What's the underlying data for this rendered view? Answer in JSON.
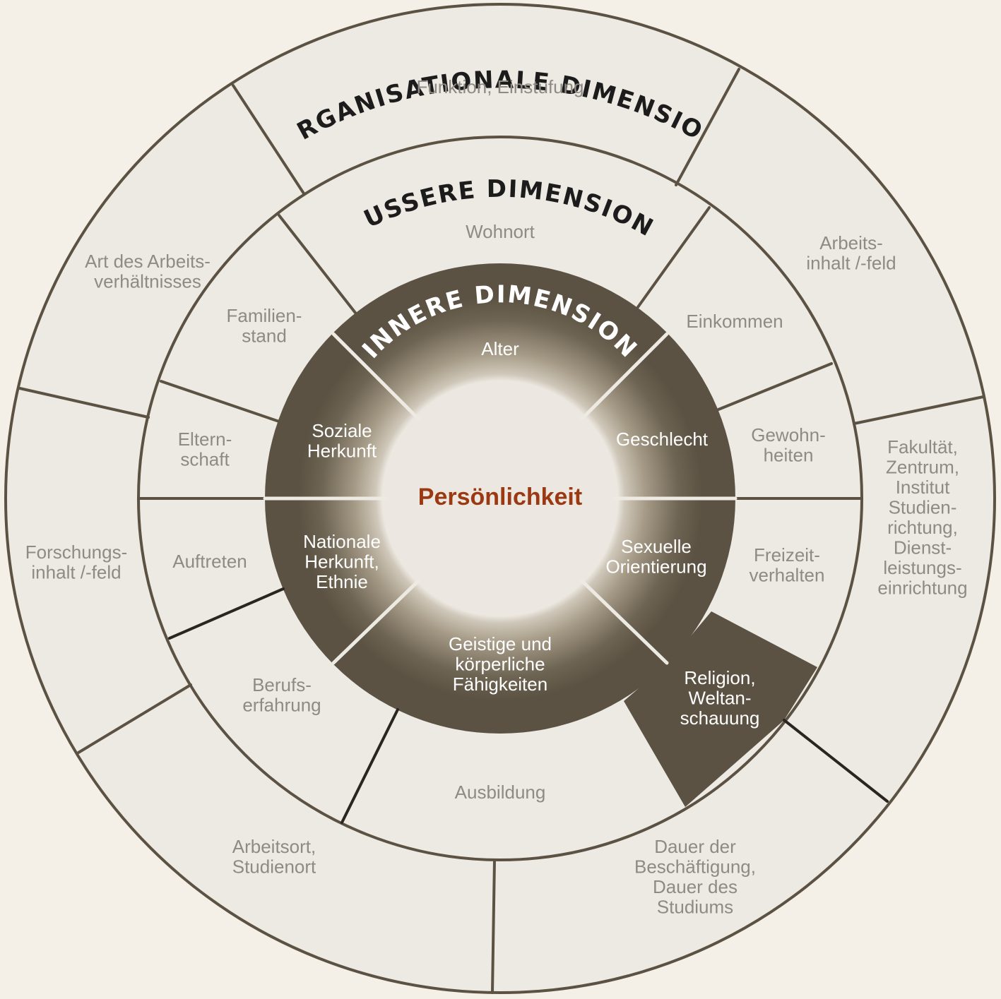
{
  "colors": {
    "background": "#f4f0e8",
    "light_fill": "#ede9e3",
    "dark_fill": "#5b5243",
    "line": "#5b5243",
    "label": "#8f8a84",
    "inner_label": "#ffffff",
    "center_text": "#9b3a12"
  },
  "center": {
    "label": "Persönlichkeit"
  },
  "inner_dimension": {
    "title": "INNERE DIMENSION",
    "segments": [
      {
        "name": "alter",
        "lines": [
          "Alter"
        ]
      },
      {
        "name": "geschlecht",
        "lines": [
          "Geschlecht"
        ]
      },
      {
        "name": "sexuelle-orientierung",
        "lines": [
          "Sexuelle",
          "Orientierung"
        ]
      },
      {
        "name": "faehigkeiten",
        "lines": [
          "Geistige und",
          "körperliche",
          "Fähigkeiten"
        ]
      },
      {
        "name": "nationale-herkunft",
        "lines": [
          "Nationale",
          "Herkunft,",
          "Ethnie"
        ]
      },
      {
        "name": "soziale-herkunft",
        "lines": [
          "Soziale",
          "Herkunft"
        ]
      }
    ],
    "extra": {
      "name": "religion",
      "lines": [
        "Religion,",
        "Weltan-",
        "schauung"
      ]
    }
  },
  "outer_dimension": {
    "title": "ÄUSSERE DIMENSION",
    "segments": [
      {
        "name": "wohnort",
        "lines": [
          "Wohnort"
        ]
      },
      {
        "name": "einkommen",
        "lines": [
          "Einkommen"
        ]
      },
      {
        "name": "gewohnheiten",
        "lines": [
          "Gewohn-",
          "heiten"
        ]
      },
      {
        "name": "freizeitverhalten",
        "lines": [
          "Freizeit-",
          "verhalten"
        ]
      },
      {
        "name": "ausbildung",
        "lines": [
          "Ausbildung"
        ]
      },
      {
        "name": "berufserfahrung",
        "lines": [
          "Berufs-",
          "erfahrung"
        ]
      },
      {
        "name": "auftreten",
        "lines": [
          "Auftreten"
        ]
      },
      {
        "name": "elternschaft",
        "lines": [
          "Eltern-",
          "schaft"
        ]
      },
      {
        "name": "familienstand",
        "lines": [
          "Familien-",
          "stand"
        ]
      }
    ]
  },
  "organisational_dimension": {
    "title": "ORGANISATIONALE DIMENSION",
    "segments": [
      {
        "name": "funktion",
        "lines": [
          "Funktion, Einstufung"
        ]
      },
      {
        "name": "arbeitsinhalt",
        "lines": [
          "Arbeits-",
          "inhalt /-feld"
        ]
      },
      {
        "name": "fakultaet",
        "lines": [
          "Fakultät,",
          "Zentrum,",
          "Institut",
          "Studien-",
          "richtung,",
          "Dienst-",
          "leistungs-",
          "einrichtung"
        ]
      },
      {
        "name": "dauer",
        "lines": [
          "Dauer der",
          "Beschäftigung,",
          "Dauer des",
          "Studiums"
        ]
      },
      {
        "name": "arbeitsort",
        "lines": [
          "Arbeitsort,",
          "Studienort"
        ]
      },
      {
        "name": "forschungsinhalt",
        "lines": [
          "Forschungs-",
          "inhalt /-feld"
        ]
      },
      {
        "name": "arbeitsverhaeltnis",
        "lines": [
          "Art des Arbeits-",
          "verhältnisses"
        ]
      }
    ]
  }
}
